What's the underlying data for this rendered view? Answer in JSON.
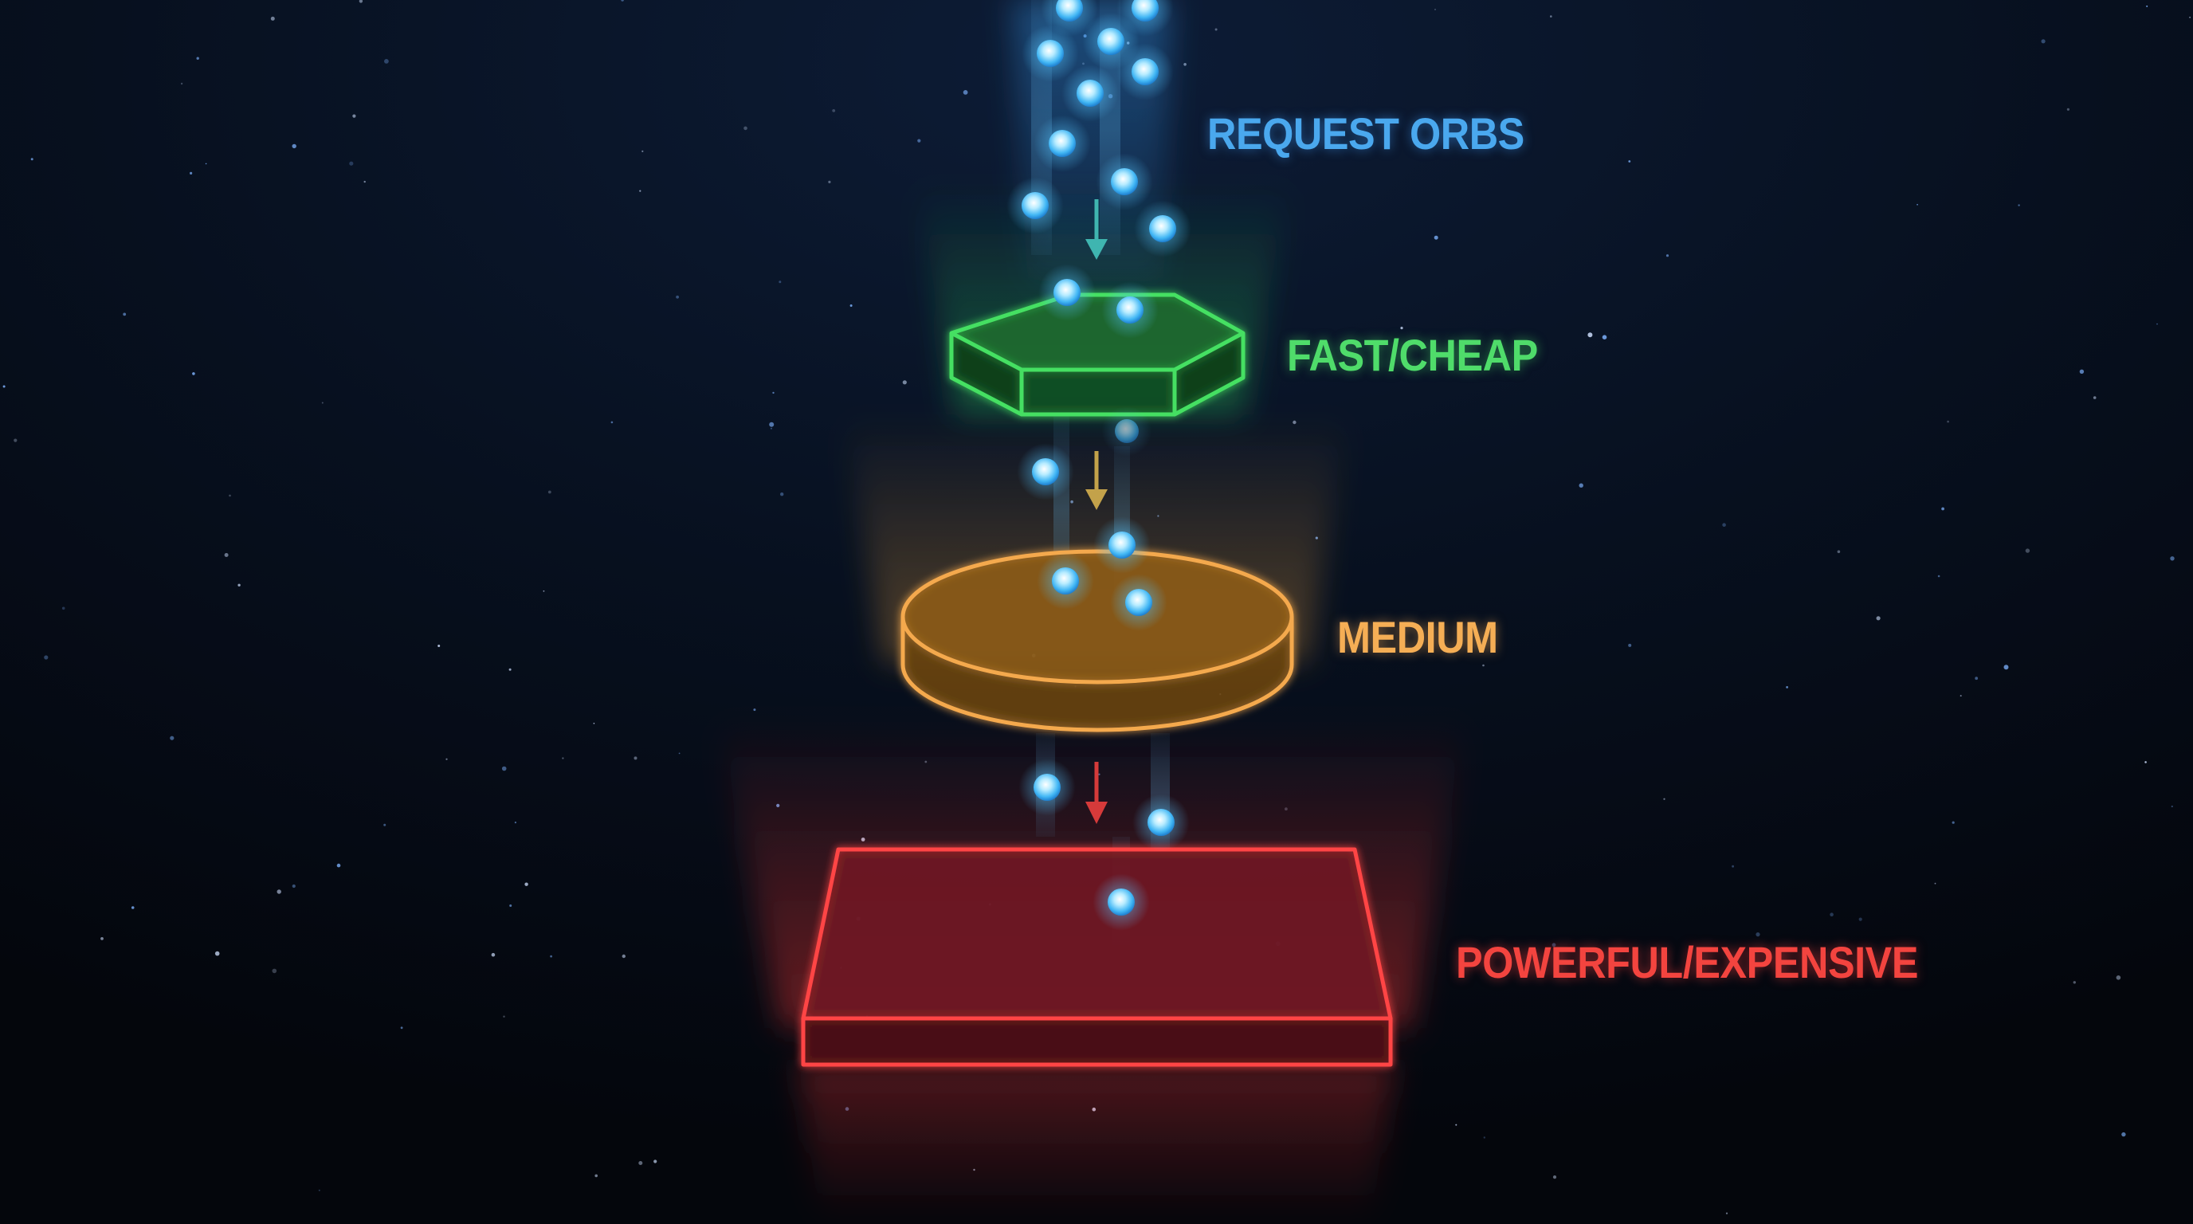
{
  "labels": {
    "request_orbs": "REQUEST ORBS",
    "fast_cheap": "FAST/CHEAP",
    "medium": "MEDIUM",
    "powerful_expensive": "POWERFUL/EXPENSIVE"
  },
  "colors": {
    "background": "#05080f",
    "orb": "#5fd0ff",
    "fast_cheap": "#4fdc6a",
    "medium": "#f5ae55",
    "powerful_expensive": "#f3443f"
  },
  "shapes": {
    "fast_cheap": "hexagonal-prism",
    "medium": "cylinder-disc",
    "powerful_expensive": "rectangular-slab"
  }
}
